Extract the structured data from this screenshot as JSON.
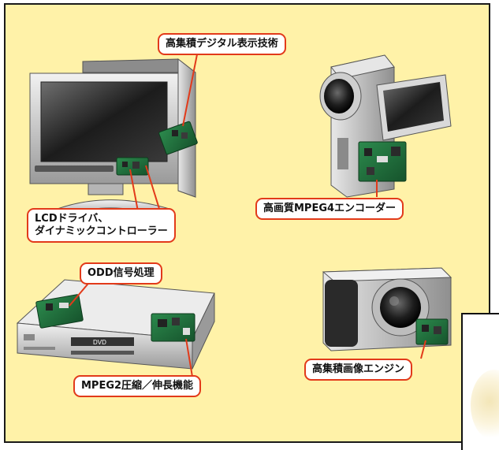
{
  "callouts": {
    "display_tech": "高集積デジタル表示技術",
    "mpeg4_encoder": "高画質MPEG4エンコーダー",
    "lcd_driver_line1": "LCDドライバ、",
    "lcd_driver_line2": "ダイナミックコントローラー",
    "odd_signal": "ODD信号処理",
    "image_engine": "高集積画像エンジン",
    "mpeg2_codec": "MPEG2圧縮／伸長機能"
  },
  "dvd_player_label": "DVD",
  "colors": {
    "panel_background": "#fff2a8",
    "callout_border": "#e23a1a",
    "circuit_board": "#1f6b3a"
  }
}
